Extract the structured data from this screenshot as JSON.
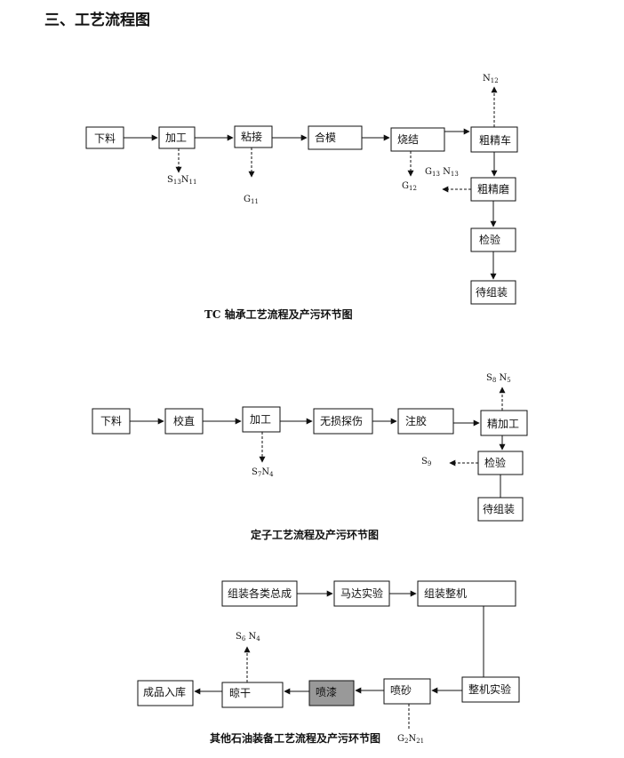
{
  "heading": "三、工艺流程图",
  "tc": {
    "caption": "TC 轴承工艺流程及产污环节图",
    "boxes": [
      "下料",
      "加工",
      "粘接",
      "合模",
      "烧结",
      "粗精车",
      "粗精磨",
      "检验",
      "待组装"
    ],
    "labels": {
      "n12": {
        "base": "N",
        "sub": "12"
      },
      "s13n11": {
        "a": "S",
        "a_sub": "13",
        "b": "N",
        "b_sub": "11"
      },
      "g11": {
        "base": "G",
        "sub": "11"
      },
      "g12": {
        "base": "G",
        "sub": "12"
      },
      "g13n13": {
        "a": "G",
        "a_sub": "13",
        "b": " N",
        "b_sub": "13"
      }
    }
  },
  "stator": {
    "caption": "定子工艺流程及产污环节图",
    "boxes": [
      "下料",
      "校直",
      "加工",
      "无损探伤",
      "注胶",
      "精加工",
      "检验",
      "待组装"
    ],
    "labels": {
      "s8n5": {
        "a": "S",
        "a_sub": "8",
        "b": " N",
        "b_sub": "5"
      },
      "s7n4": {
        "a": "S",
        "a_sub": "7",
        "b": "N",
        "b_sub": "4"
      },
      "s9": {
        "base": "S",
        "sub": "9"
      }
    }
  },
  "other": {
    "caption": "其他石油装备工艺流程及产污环节图",
    "boxes": [
      "组装各类总成",
      "马达实验",
      "组装整机",
      "整机实验",
      "喷砂",
      "喷漆",
      "晾干",
      "成品入库"
    ],
    "labels": {
      "s6n4": {
        "a": "S",
        "a_sub": "6",
        "b": " N",
        "b_sub": "4"
      },
      "g2n21": {
        "a": "G",
        "a_sub": "2",
        "b": "N",
        "b_sub": "21"
      }
    },
    "colors": {
      "painted_box": "#999999"
    }
  }
}
